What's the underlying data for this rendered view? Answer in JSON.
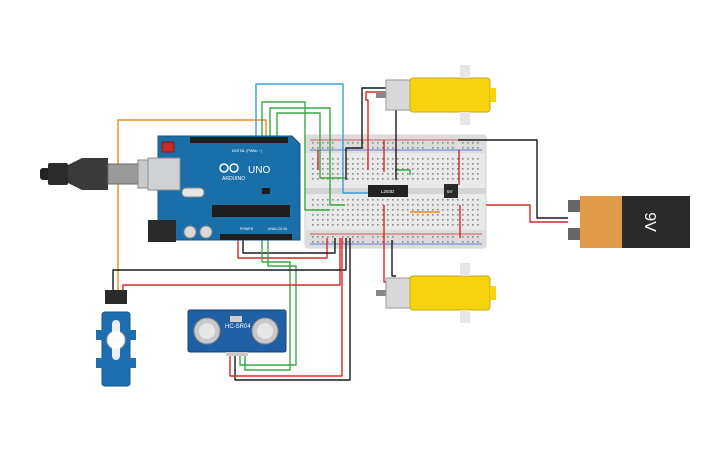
{
  "arduino": {
    "brand": "ARDUINO",
    "model": "UNO",
    "header_digital": "DIGITAL (PWM= ~)",
    "header_power": "POWER",
    "header_analog": "ANALOG IN"
  },
  "driver_ic": {
    "label": "L293D"
  },
  "regulator": {
    "label": "5V"
  },
  "battery": {
    "label": "9V"
  },
  "ultrasonic": {
    "label": "HC-SR04"
  },
  "colors": {
    "board": "#1b6fa8",
    "breadboard": "#e8e8e8",
    "motor": "#f6d20f",
    "wire_red": "#d62828",
    "wire_black": "#1a1a1a",
    "wire_green": "#3aa845",
    "wire_orange": "#f08a1c",
    "wire_blue": "#3aa0d8",
    "battery_body": "#2a2a2a",
    "battery_top": "#e19a4a"
  }
}
